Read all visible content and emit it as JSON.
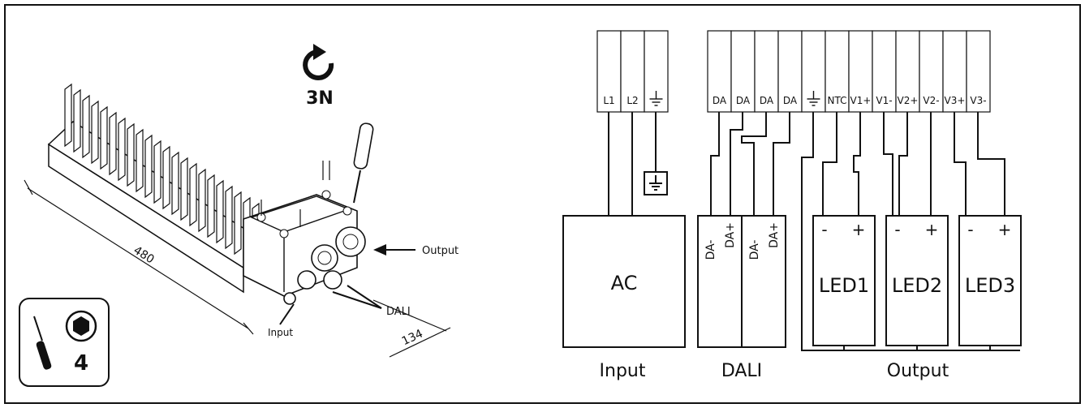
{
  "left_panel": {
    "rotation_label": "3N",
    "tool_number": "4",
    "dimensions": {
      "length": "480",
      "width": "134"
    },
    "callouts": {
      "output": "Output",
      "dali": "DALI",
      "input": "Input"
    }
  },
  "terminals": {
    "input_block": [
      "L1",
      "L2",
      "⏚"
    ],
    "output_block": [
      "DA",
      "DA",
      "DA",
      "DA",
      "⏚",
      "NTC",
      "V1+",
      "V1-",
      "V2+",
      "V2-",
      "V3+",
      "V3-"
    ]
  },
  "boxes": {
    "ac": "AC",
    "dali_labels": [
      "DA-",
      "DA+",
      "DA-",
      "DA+"
    ],
    "leds": [
      {
        "name": "LED1",
        "minus": "-",
        "plus": "+"
      },
      {
        "name": "LED2",
        "minus": "-",
        "plus": "+"
      },
      {
        "name": "LED3",
        "minus": "-",
        "plus": "+"
      }
    ]
  },
  "group_labels": {
    "input": "Input",
    "dali": "DALI",
    "output": "Output"
  }
}
